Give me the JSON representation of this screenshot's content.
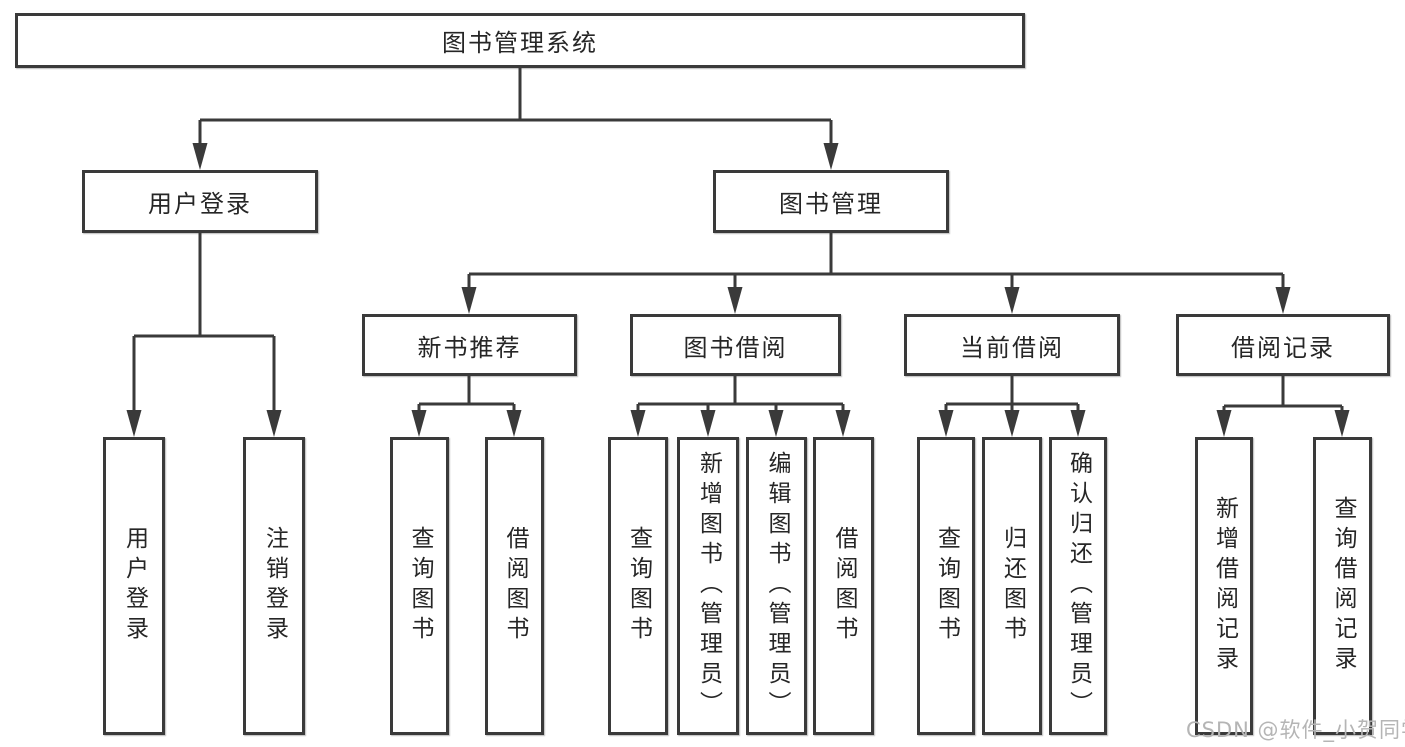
{
  "diagram": {
    "root": "图书管理系统",
    "level2": {
      "user_login": "用户登录",
      "book_management": "图书管理"
    },
    "level3": {
      "new_book_recommend": "新书推荐",
      "book_borrow": "图书借阅",
      "current_borrow": "当前借阅",
      "borrow_records": "借阅记录"
    },
    "user_login_children": {
      "login": "用户登录",
      "logout": "注销登录"
    },
    "new_book_children": {
      "query_books": "查询图书",
      "borrow_books": "借阅图书"
    },
    "book_borrow_children": {
      "query_books": "查询图书",
      "add_books": "新增图书（管理员）",
      "edit_books": "编辑图书（管理员）",
      "borrow_books": "借阅图书"
    },
    "current_borrow_children": {
      "query_books": "查询图书",
      "return_books": "归还图书",
      "confirm_return": "确认归还（管理员）"
    },
    "borrow_records_children": {
      "add_record": "新增借阅记录",
      "query_record": "查询借阅记录"
    }
  },
  "watermark": "CSDN @软件_小贺同学",
  "colors": {
    "line": "#3a3a3a",
    "text": "#262626",
    "background": "#ffffff",
    "watermark": "#b5b5b5"
  }
}
